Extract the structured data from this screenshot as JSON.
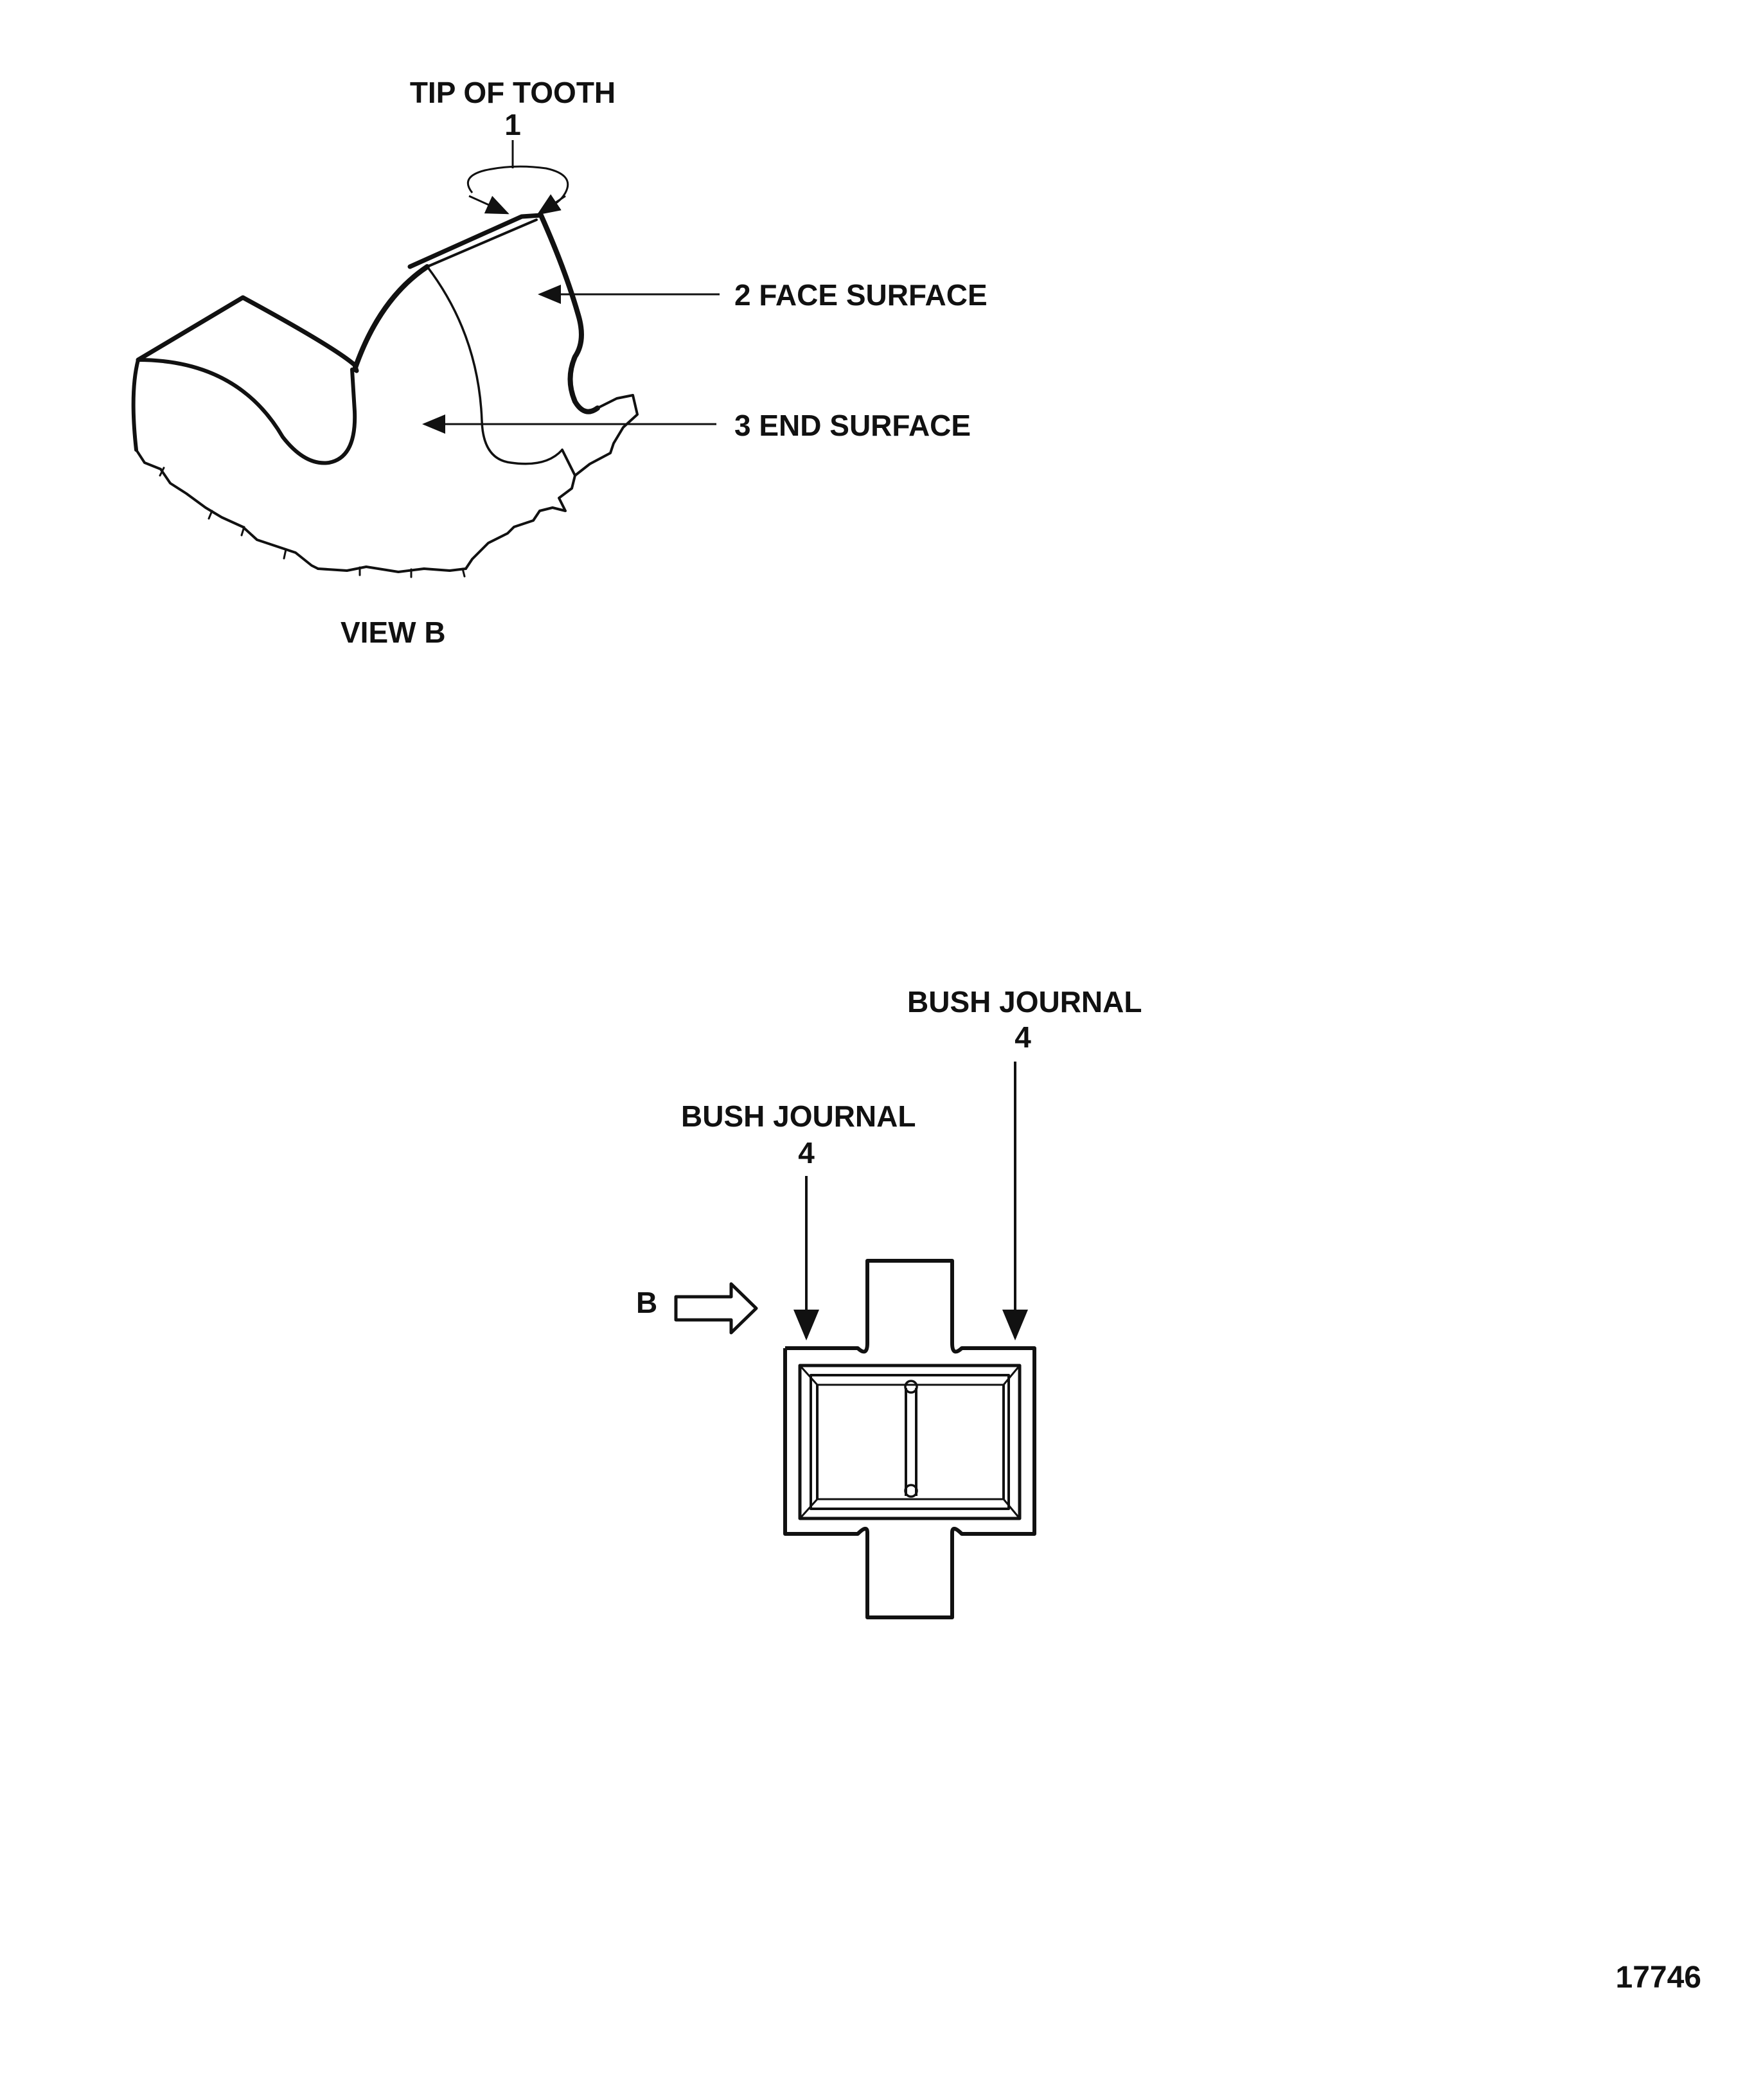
{
  "view_b": {
    "tip_label": "TIP OF TOOTH",
    "tip_number": "1",
    "face_label": "2 FACE SURFACE",
    "end_label": "3 END SURFACE",
    "caption": "VIEW B"
  },
  "gear_view": {
    "journal_left_label": "BUSH JOURNAL",
    "journal_left_number": "4",
    "journal_right_label": "BUSH JOURNAL",
    "journal_right_number": "4",
    "view_arrow_label": "B"
  },
  "figure_number": "17746",
  "colors": {
    "ink": "#111111",
    "background": "#ffffff"
  }
}
